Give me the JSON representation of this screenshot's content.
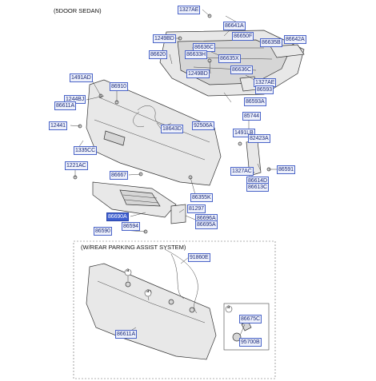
{
  "header": {
    "sedan": "(5DOOR SEDAN)",
    "parking": "(W/REAR PARKING ASSIST SYSTEM)"
  },
  "callout_letter": "a",
  "labels": {
    "l1327AE_top": "1327AE",
    "l86641A": "86641A",
    "l1249BD_a": "1249BD",
    "l86636C_a": "86636C",
    "l86650F": "86650F",
    "l86635B": "86635B",
    "l86642A": "86642A",
    "l86633H": "86633H",
    "l86620": "86620",
    "l86635X": "86635X",
    "l1491AD": "1491AD",
    "l1249BD_b": "1249BD",
    "l86636C_b": "86636C",
    "l1327AE_b": "1327AE",
    "l86593_top": "86593",
    "l86910": "86910",
    "l1244BJ": "1244BJ",
    "l86611A_top": "86611A",
    "l86593A": "86593A",
    "l85744": "85744",
    "l12441": "12441",
    "l18643D": "18643D",
    "l92506A": "92506A",
    "l1491LB": "1491LB",
    "l82423A": "82423A",
    "l1335CC": "1335CC",
    "l1221AC": "1221AC",
    "l1327AC": "1327AC",
    "l86591": "86591",
    "l86667": "86667",
    "l86614D": "86614D",
    "l86613C": "86613C",
    "l86355K": "86355K",
    "l81297": "81297",
    "l86690A": "86690A",
    "l86696A": "86696A",
    "l86695A": "86695A",
    "l86594": "86594",
    "l86590": "86590",
    "l91860E": "91860E",
    "l86611A_bot": "86611A",
    "l86675C": "86675C",
    "l95700B": "95700B"
  }
}
